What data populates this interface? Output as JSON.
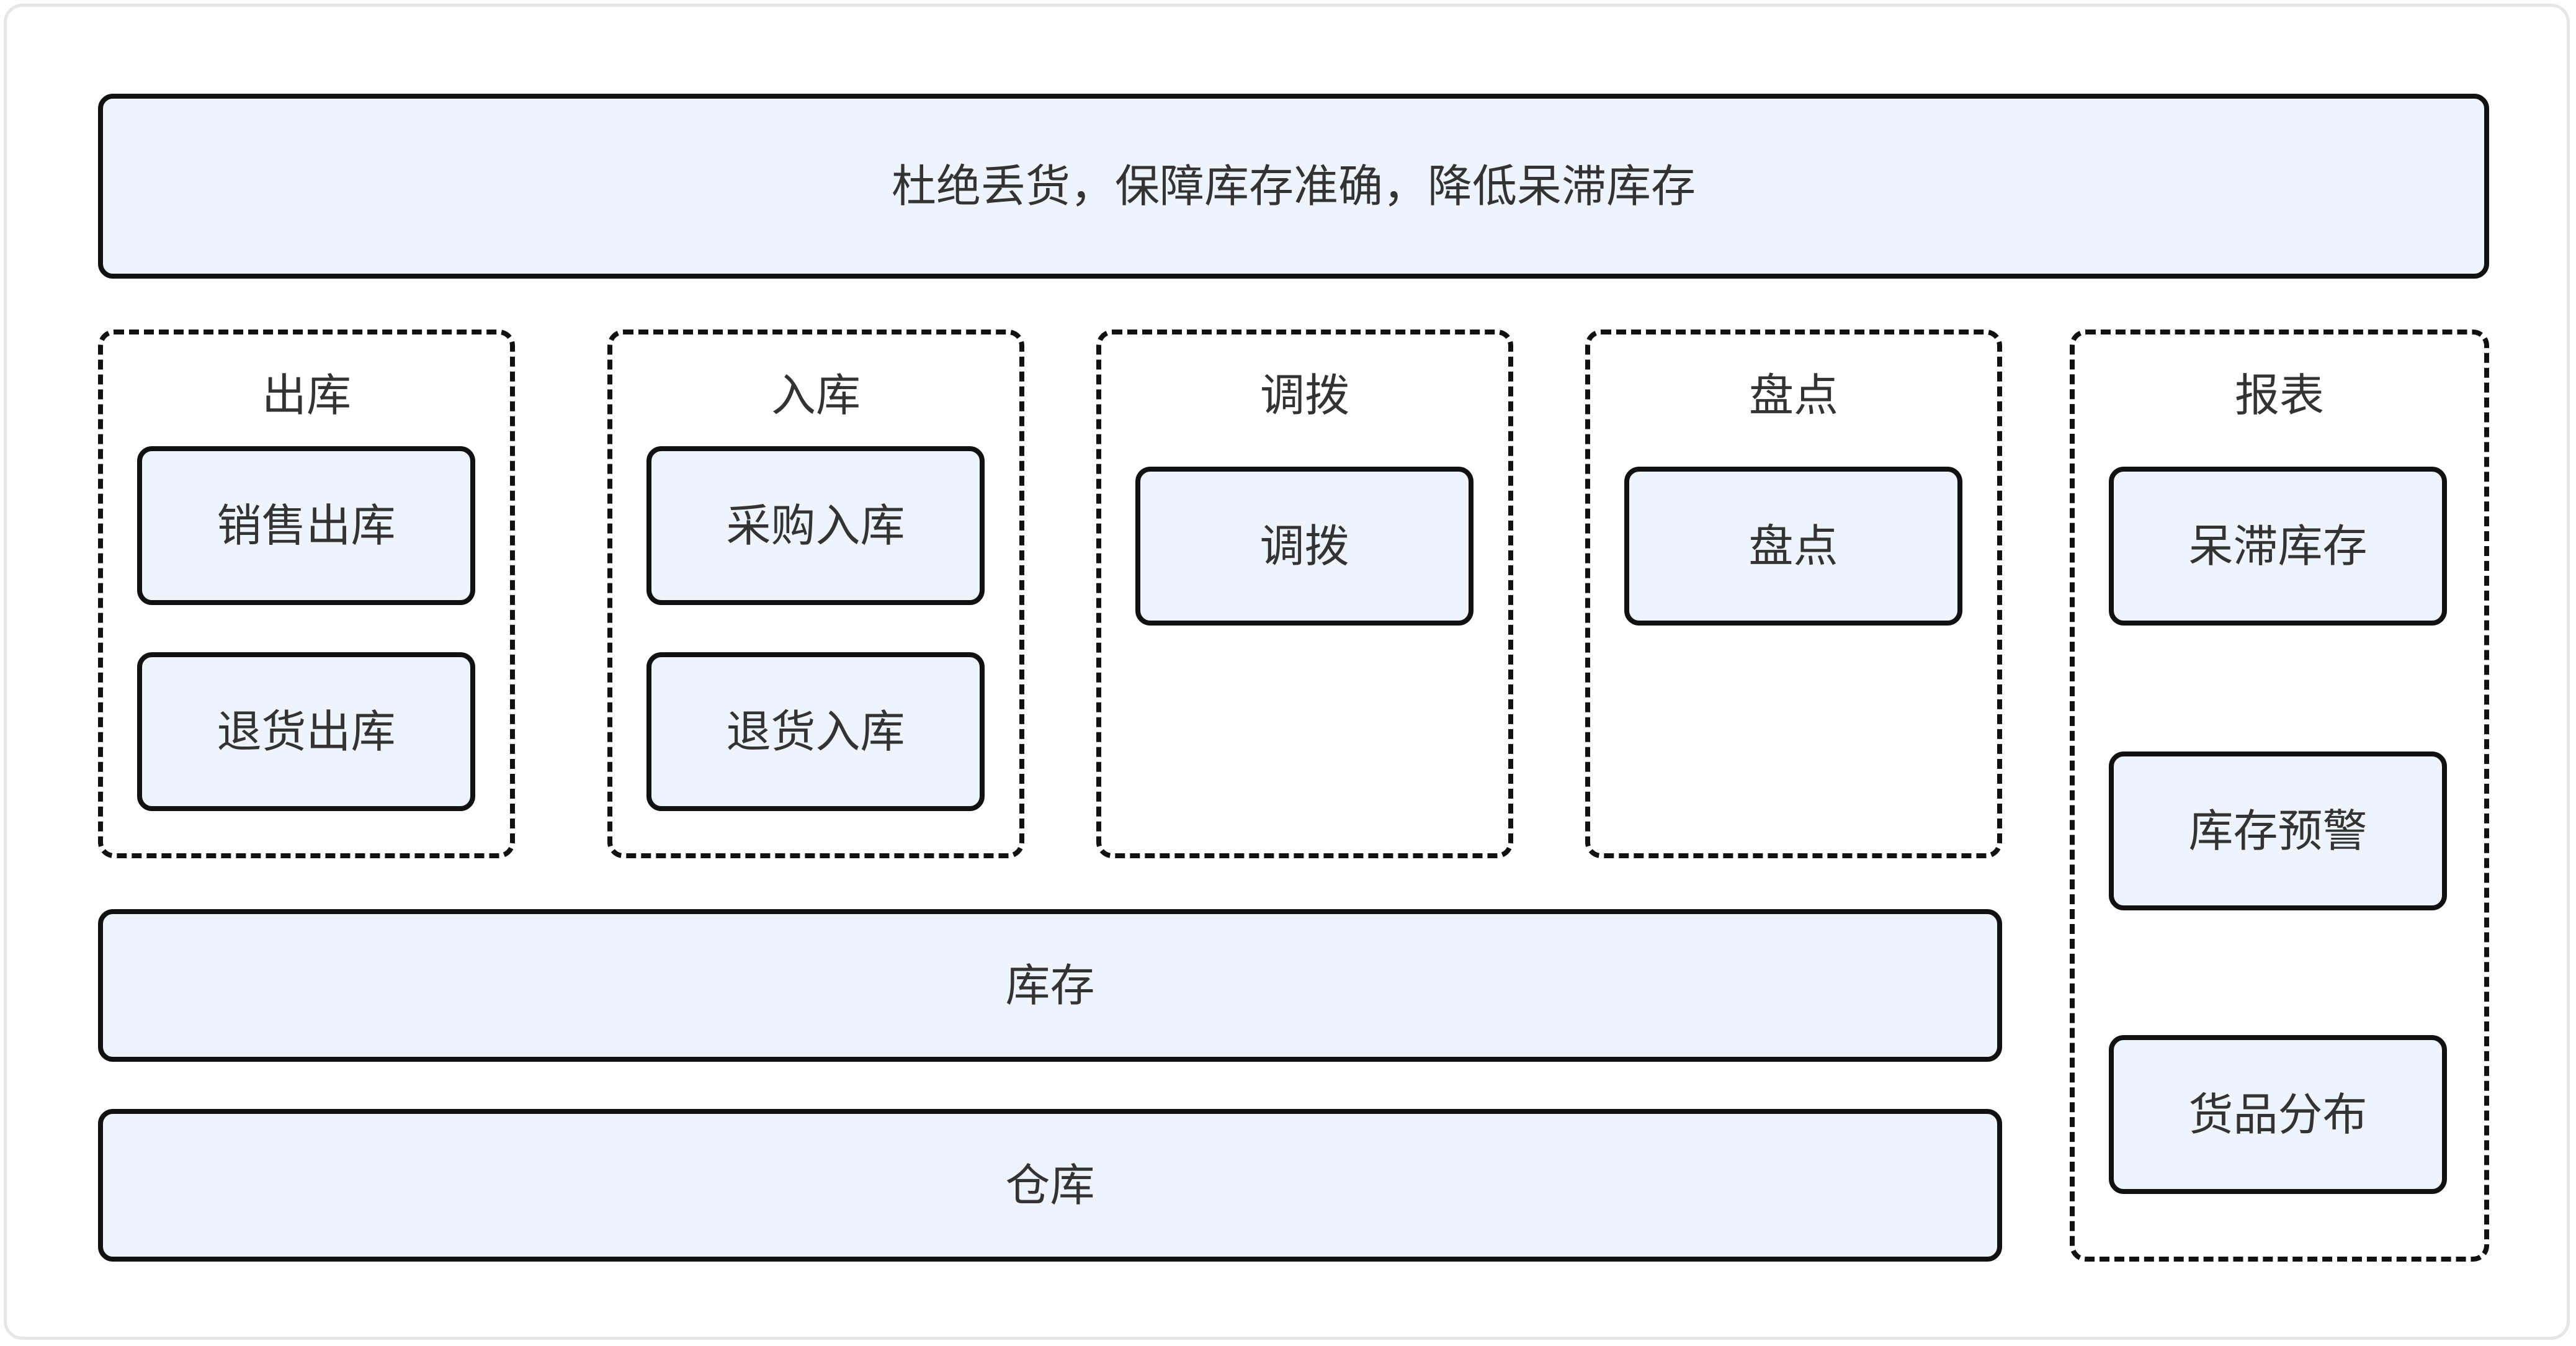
{
  "diagram": {
    "goal": "杜绝丢货，保障库存准确，降低呆滞库存",
    "groups": [
      {
        "title": "出库",
        "items": [
          "销售出库",
          "退货出库"
        ]
      },
      {
        "title": "入库",
        "items": [
          "采购入库",
          "退货入库"
        ]
      },
      {
        "title": "调拨",
        "items": [
          "调拨"
        ]
      },
      {
        "title": "盘点",
        "items": [
          "盘点"
        ]
      },
      {
        "title": "报表",
        "items": [
          "呆滞库存",
          "库存预警",
          "货品分布"
        ]
      }
    ],
    "inventory": "库存",
    "warehouse": "仓库"
  },
  "colors": {
    "box_fill": "#eff3fc",
    "stroke": "#111111",
    "text": "#333333",
    "frame_border": "#e6e6e6"
  }
}
